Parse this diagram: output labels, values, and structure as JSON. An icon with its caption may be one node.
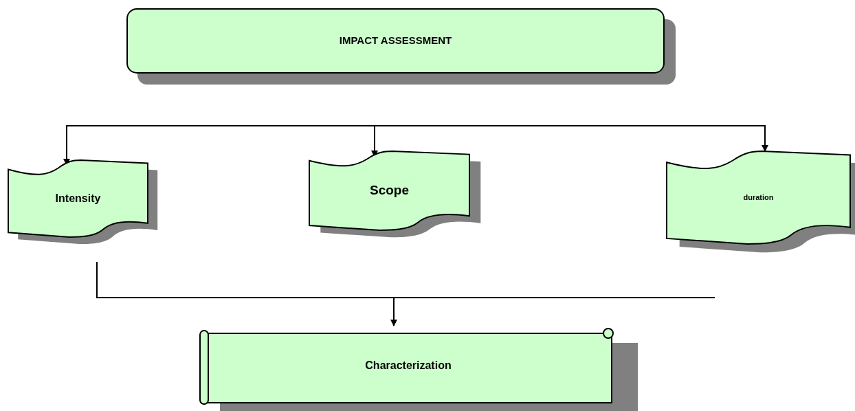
{
  "diagram": {
    "nodes": [
      {
        "text": [
          "IMPACT ASSESSMENT"
        ]
      },
      {
        "text": [
          "Intensity"
        ]
      },
      {
        "text": [
          "Scope"
        ]
      },
      {
        "text": [
          "duration"
        ]
      },
      {
        "text": [
          "Characterization"
        ]
      }
    ],
    "edges": [
      {
        "from": null,
        "to": 1,
        "arrow": "to"
      },
      {
        "from": null,
        "to": 2,
        "arrow": "to"
      },
      {
        "from": null,
        "to": 3,
        "arrow": "to"
      },
      {
        "from": 1,
        "to": 4,
        "arrow": "to"
      }
    ]
  }
}
